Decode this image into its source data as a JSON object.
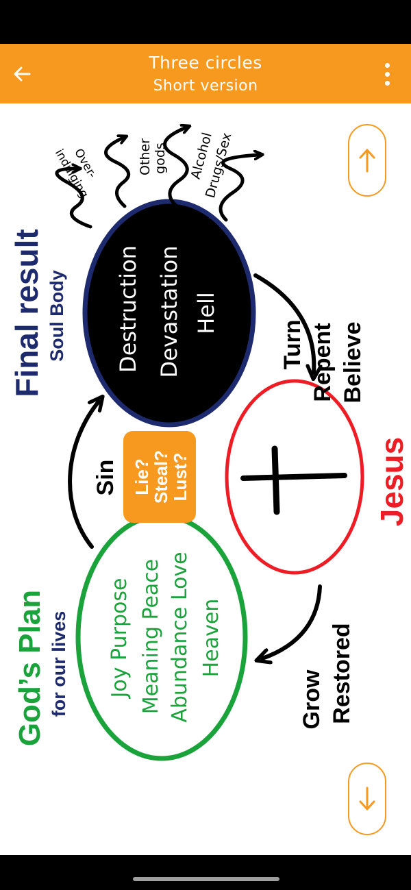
{
  "app_bar": {
    "title": "Three circles",
    "subtitle": "Short version",
    "back_icon": "arrow-left-icon",
    "menu_icon": "more-vertical-icon"
  },
  "diagram": {
    "gods_plan": {
      "title": "God’s Plan",
      "subtitle": "for our lives",
      "items_line1": "Joy Purpose",
      "items_line2": "Meaning Peace",
      "items_line3": "Abundance Love",
      "items_line4": "Heaven"
    },
    "sin": {
      "label": "Sin",
      "box_line1": "Lie?",
      "box_line2": "Steal?",
      "box_line3": "Lust?"
    },
    "final_result": {
      "title": "Final result",
      "subtitle": "Soul Body",
      "line1": "Destruction",
      "line2": "Devastation",
      "line3": "Hell"
    },
    "escapes": {
      "a1": "Over-",
      "a2": "indulging",
      "b1": "Other",
      "b2": "gods",
      "c1": "Alcohol",
      "c2": "Drugs/Sex"
    },
    "turn": {
      "line1": "Turn",
      "line2": "Repent",
      "line3": "Believe"
    },
    "jesus": {
      "label": "Jesus"
    },
    "grow": {
      "line1": "Grow",
      "line2": "Restored"
    }
  },
  "buttons": {
    "up_icon": "arrow-up-icon",
    "down_icon": "arrow-down-icon"
  },
  "colors": {
    "accent": "#F7991F",
    "green": "#1BA33B",
    "navy": "#1E2A6E",
    "red": "#EE1C24"
  }
}
